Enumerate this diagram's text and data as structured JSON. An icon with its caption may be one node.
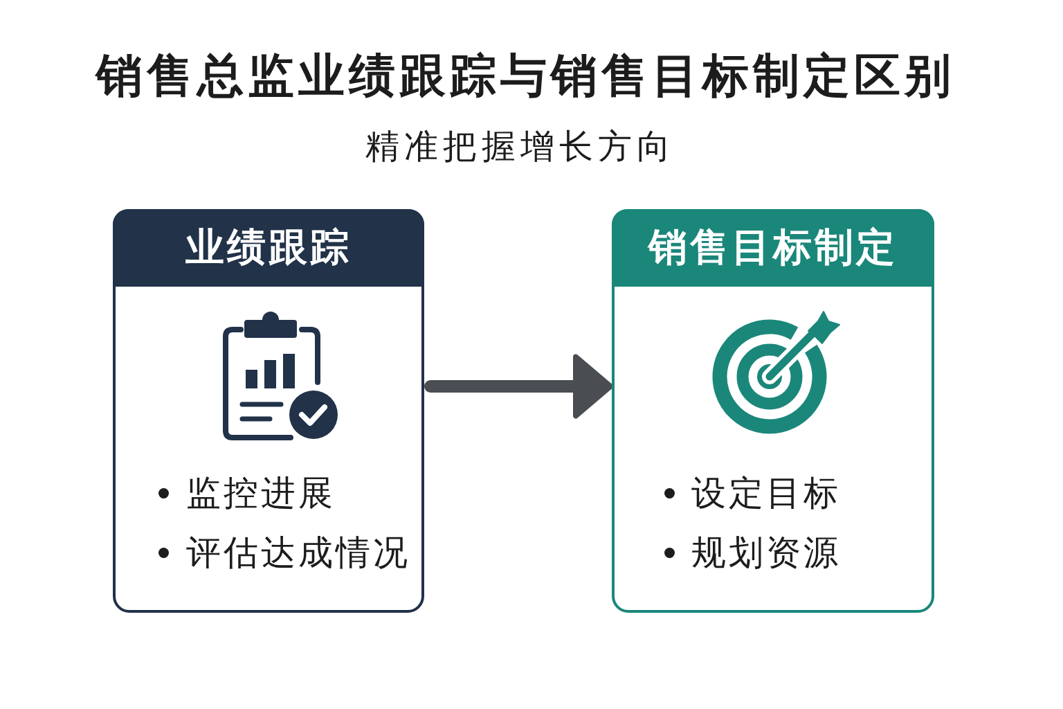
{
  "diagram": {
    "title": "销售总监业绩跟踪与销售目标制定区别",
    "nodes": [
      {
        "text": [
          "业绩跟踪",
          "监控进展",
          "评估达成情况"
        ]
      },
      {
        "text": [
          "销售目标制定",
          "设定目标",
          "规划资源"
        ]
      }
    ],
    "edges": [
      {
        "from": 0,
        "to": 1,
        "arrow": "to"
      }
    ],
    "labels": [
      "精准把握增长方向"
    ]
  }
}
